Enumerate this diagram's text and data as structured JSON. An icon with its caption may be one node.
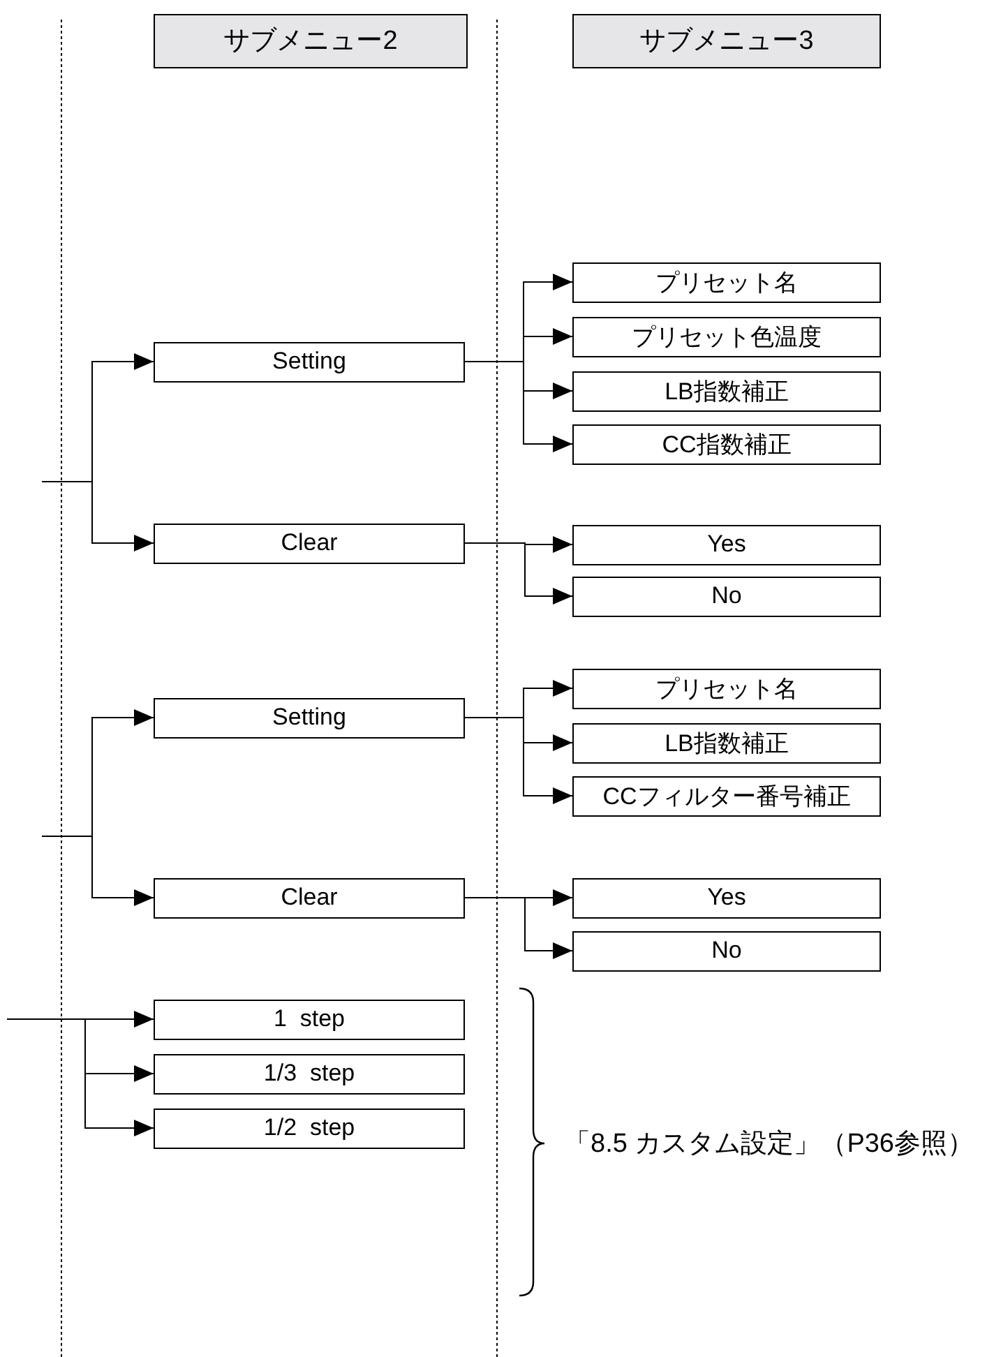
{
  "diagram": {
    "nodes": [
      {
        "text": [
          "サブメニュー2"
        ]
      },
      {
        "text": [
          "サブメニュー3"
        ]
      },
      {
        "text": [
          "Setting"
        ]
      },
      {
        "text": [
          "プリセット名"
        ]
      },
      {
        "text": [
          "プリセット色温度"
        ]
      },
      {
        "text": [
          "LB指数補正"
        ]
      },
      {
        "text": [
          "CC指数補正"
        ]
      },
      {
        "text": [
          "Clear"
        ]
      },
      {
        "text": [
          "Yes"
        ]
      },
      {
        "text": [
          "No"
        ]
      },
      {
        "text": [
          "Setting"
        ]
      },
      {
        "text": [
          "プリセット名"
        ]
      },
      {
        "text": [
          "LB指数補正"
        ]
      },
      {
        "text": [
          "CCフィルター番号補正"
        ]
      },
      {
        "text": [
          "Clear"
        ]
      },
      {
        "text": [
          "Yes"
        ]
      },
      {
        "text": [
          "No"
        ]
      },
      {
        "text": [
          "1  step"
        ]
      },
      {
        "text": [
          "1/3  step"
        ]
      },
      {
        "text": [
          "1/2  step"
        ]
      }
    ],
    "edges": [
      {
        "from": null,
        "to": 2,
        "arrow": "to"
      },
      {
        "from": null,
        "to": 7,
        "arrow": "to"
      },
      {
        "from": 2,
        "to": 3,
        "arrow": "to"
      },
      {
        "from": 2,
        "to": 4,
        "arrow": "to"
      },
      {
        "from": 2,
        "to": 5,
        "arrow": "to"
      },
      {
        "from": 2,
        "to": 6,
        "arrow": "to"
      },
      {
        "from": 7,
        "to": 8,
        "arrow": "to"
      },
      {
        "from": 7,
        "to": 9,
        "arrow": "to"
      },
      {
        "from": null,
        "to": 10,
        "arrow": "to"
      },
      {
        "from": null,
        "to": 14,
        "arrow": "to"
      },
      {
        "from": 10,
        "to": 11,
        "arrow": "to"
      },
      {
        "from": 10,
        "to": 12,
        "arrow": "to"
      },
      {
        "from": 10,
        "to": 13,
        "arrow": "to"
      },
      {
        "from": 14,
        "to": 15,
        "arrow": "to"
      },
      {
        "from": 14,
        "to": 16,
        "arrow": "to"
      },
      {
        "from": null,
        "to": 17,
        "arrow": "to"
      },
      {
        "from": null,
        "to": 18,
        "arrow": "to"
      },
      {
        "from": null,
        "to": 19,
        "arrow": "to"
      }
    ],
    "labels": [
      "「8.5 カスタム設定」（P36参照）"
    ]
  }
}
